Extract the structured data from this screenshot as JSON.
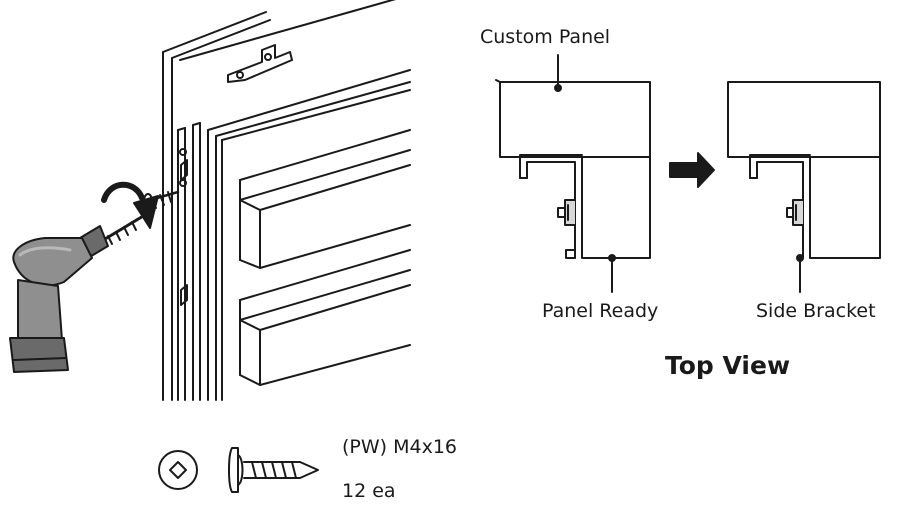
{
  "labels": {
    "custom_panel": "Custom Panel",
    "panel_ready": "Panel Ready",
    "side_bracket": "Side Bracket",
    "top_view": "Top View"
  },
  "hardware": {
    "screw_spec": "(PW) M4x16",
    "quantity": "12 ea"
  },
  "icons": [
    "power-drill-icon",
    "rotation-arrow-icon",
    "screw-icon",
    "washer-head-icon",
    "right-arrow-icon"
  ],
  "colors": {
    "line": "#1a1a1a",
    "drill_body": "#8f8f8f",
    "drill_shadow": "#6a6a6a",
    "drill_light": "#b9b9b9",
    "panel_fill": "#ffffff"
  }
}
